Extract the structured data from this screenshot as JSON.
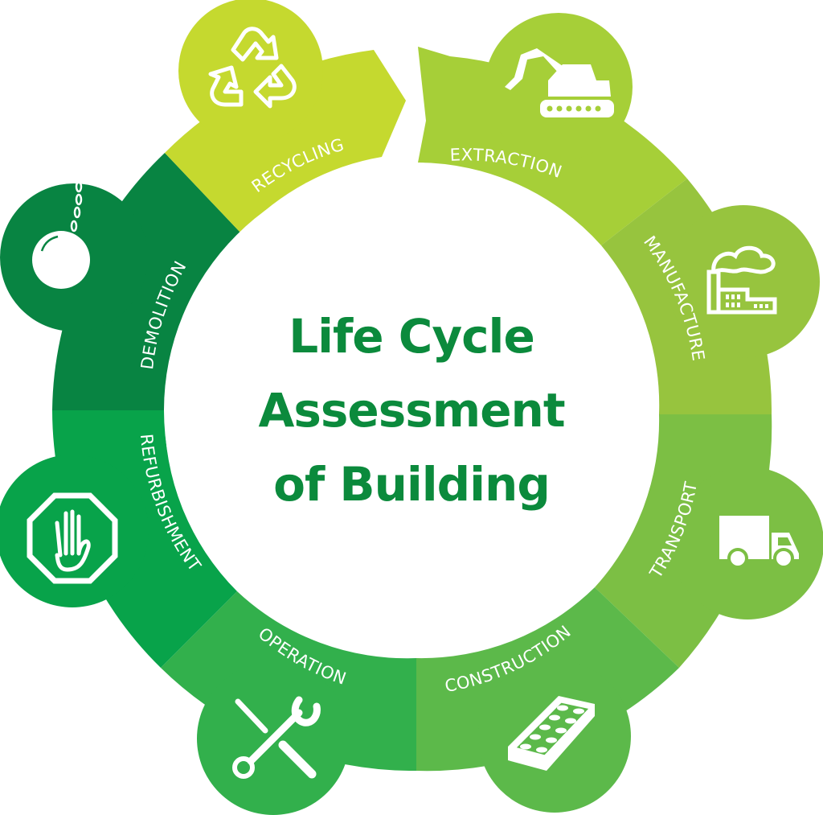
{
  "title": {
    "line1": "Life Cycle",
    "line2": "Assessment",
    "line3": "of Building",
    "color": "#0b8a3c"
  },
  "stages": [
    {
      "label": "EXTRACTION",
      "icon": "excavator-icon",
      "color": "#a6cf38"
    },
    {
      "label": "MANUFACTURE",
      "icon": "factory-icon",
      "color": "#97c43e"
    },
    {
      "label": "TRANSPORT",
      "icon": "truck-icon",
      "color": "#7cbf44"
    },
    {
      "label": "CONSTRUCTION",
      "icon": "brick-icon",
      "color": "#5cb94a"
    },
    {
      "label": "OPERATION",
      "icon": "tools-icon",
      "color": "#32b04c"
    },
    {
      "label": "REFURBISHMENT",
      "icon": "stop-hand-icon",
      "color": "#08a34a"
    },
    {
      "label": "DEMOLITION",
      "icon": "wrecking-ball-icon",
      "color": "#088442"
    },
    {
      "label": "RECYCLING",
      "icon": "recycle-icon",
      "color": "#c5d92f"
    }
  ]
}
